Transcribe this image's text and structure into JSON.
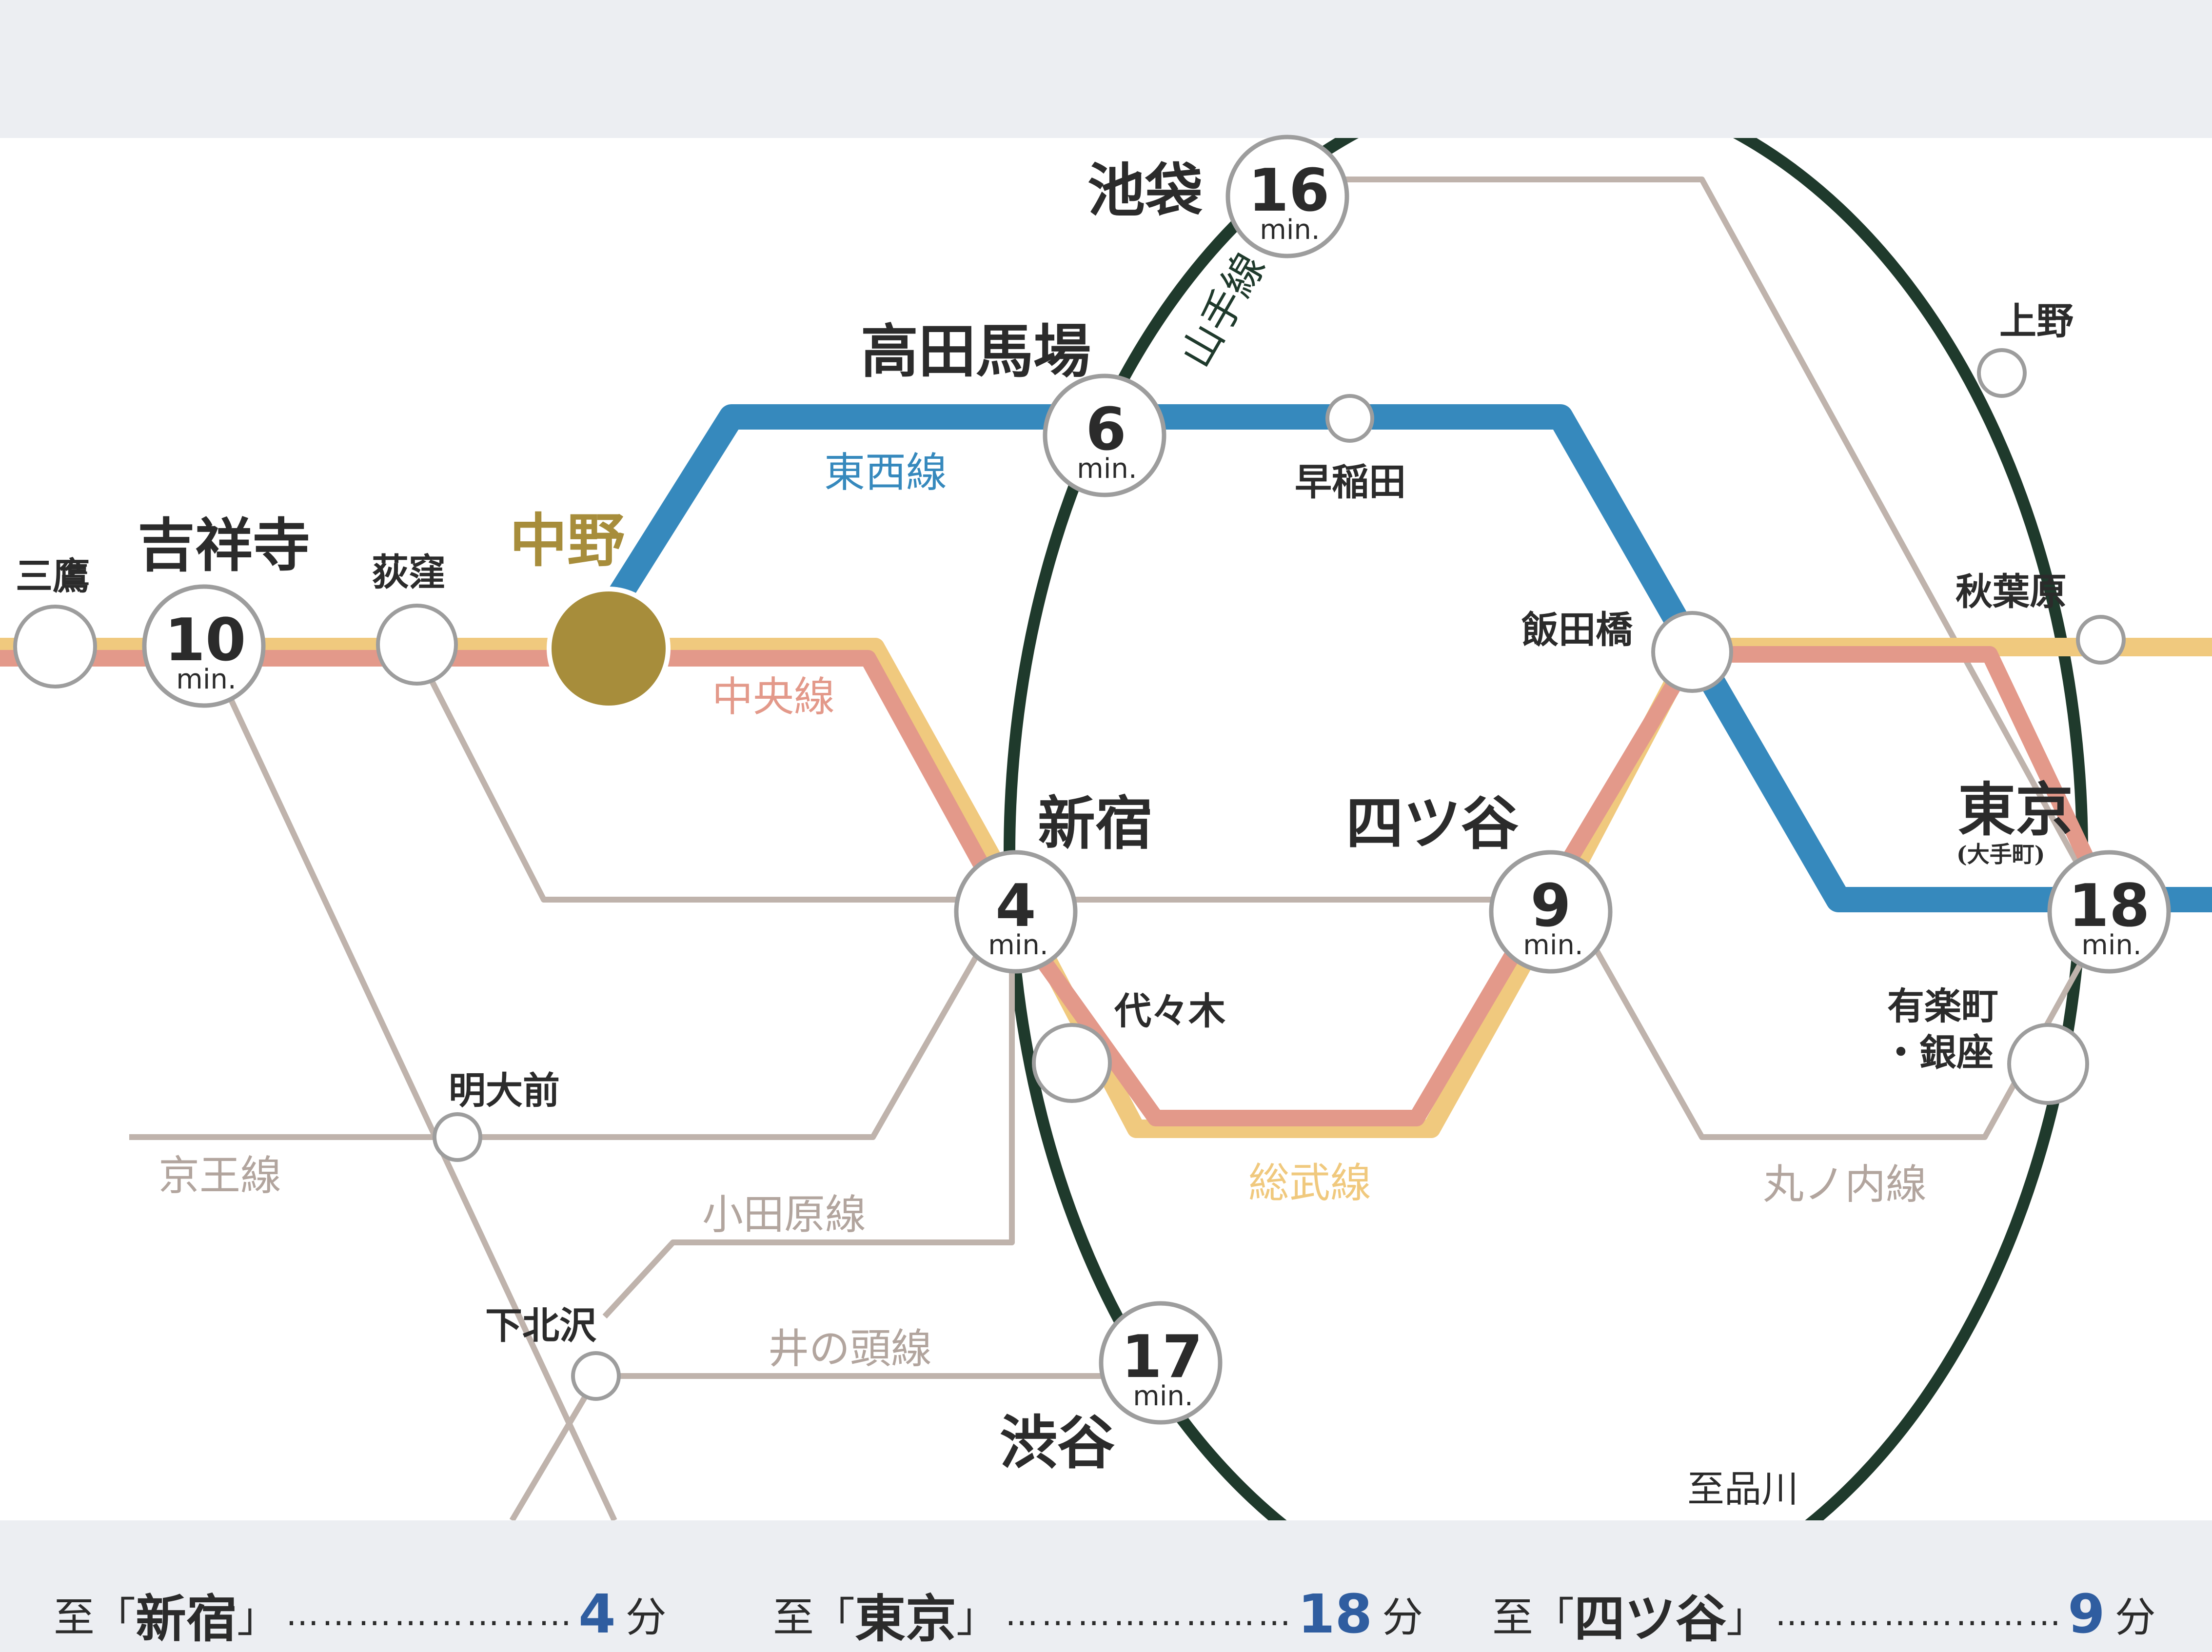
{
  "colors": {
    "chuo": "#e3998a",
    "sobu": "#f0c97e",
    "tozai": "#3689bd",
    "yamanote": "#1f3a2c",
    "gray_lines": "#bfb3ac",
    "highlight_station": "#a78d3b",
    "minutes_text": "#2f5da0",
    "band": "#eceef2"
  },
  "lines": {
    "tozai": "東西線",
    "chuo": "中央線",
    "sobu": "総武線",
    "yamanote": "山手線",
    "keio": "京王線",
    "odakyu": "小田原線",
    "inokashira": "井の頭線",
    "marunouchi": "丸ノ内線"
  },
  "stations": {
    "ikebukuro": {
      "name": "池袋",
      "minutes": "16",
      "unit": "min."
    },
    "takadanobaba": {
      "name": "高田馬場",
      "minutes": "6",
      "unit": "min."
    },
    "kichijoji": {
      "name": "吉祥寺",
      "minutes": "10",
      "unit": "min."
    },
    "nakano": {
      "name": "中野"
    },
    "shinjuku": {
      "name": "新宿",
      "minutes": "4",
      "unit": "min."
    },
    "yotsuya": {
      "name": "四ツ谷",
      "minutes": "9",
      "unit": "min."
    },
    "tokyo": {
      "name": "東京",
      "sub": "(大手町)",
      "minutes": "18",
      "unit": "min."
    },
    "shibuya": {
      "name": "渋谷",
      "minutes": "17",
      "unit": "min."
    },
    "mitaka": {
      "name": "三鷹"
    },
    "ogikubo": {
      "name": "荻窪"
    },
    "waseda": {
      "name": "早稲田"
    },
    "iidabashi": {
      "name": "飯田橋"
    },
    "ueno": {
      "name": "上野"
    },
    "akihabara": {
      "name": "秋葉原"
    },
    "yoyogi": {
      "name": "代々木"
    },
    "meidaimae": {
      "name": "明大前"
    },
    "shimokitazawa": {
      "name": "下北沢"
    },
    "yurakucho_1": {
      "name": "有楽町"
    },
    "yurakucho_2": {
      "name": "・銀座"
    },
    "shinagawa": {
      "name": "至品川"
    }
  },
  "footer": [
    {
      "prefix": "至",
      "open": "「",
      "dest": "新宿",
      "close": "」",
      "dots": "……………………",
      "minutes": "4",
      "unit": "分"
    },
    {
      "prefix": "至",
      "open": "「",
      "dest": "東京",
      "close": "」",
      "dots": "……………………",
      "minutes": "18",
      "unit": "分"
    },
    {
      "prefix": "至",
      "open": "「",
      "dest": "四ツ谷",
      "close": "」",
      "dots": "……………………",
      "minutes": "9",
      "unit": "分"
    }
  ]
}
